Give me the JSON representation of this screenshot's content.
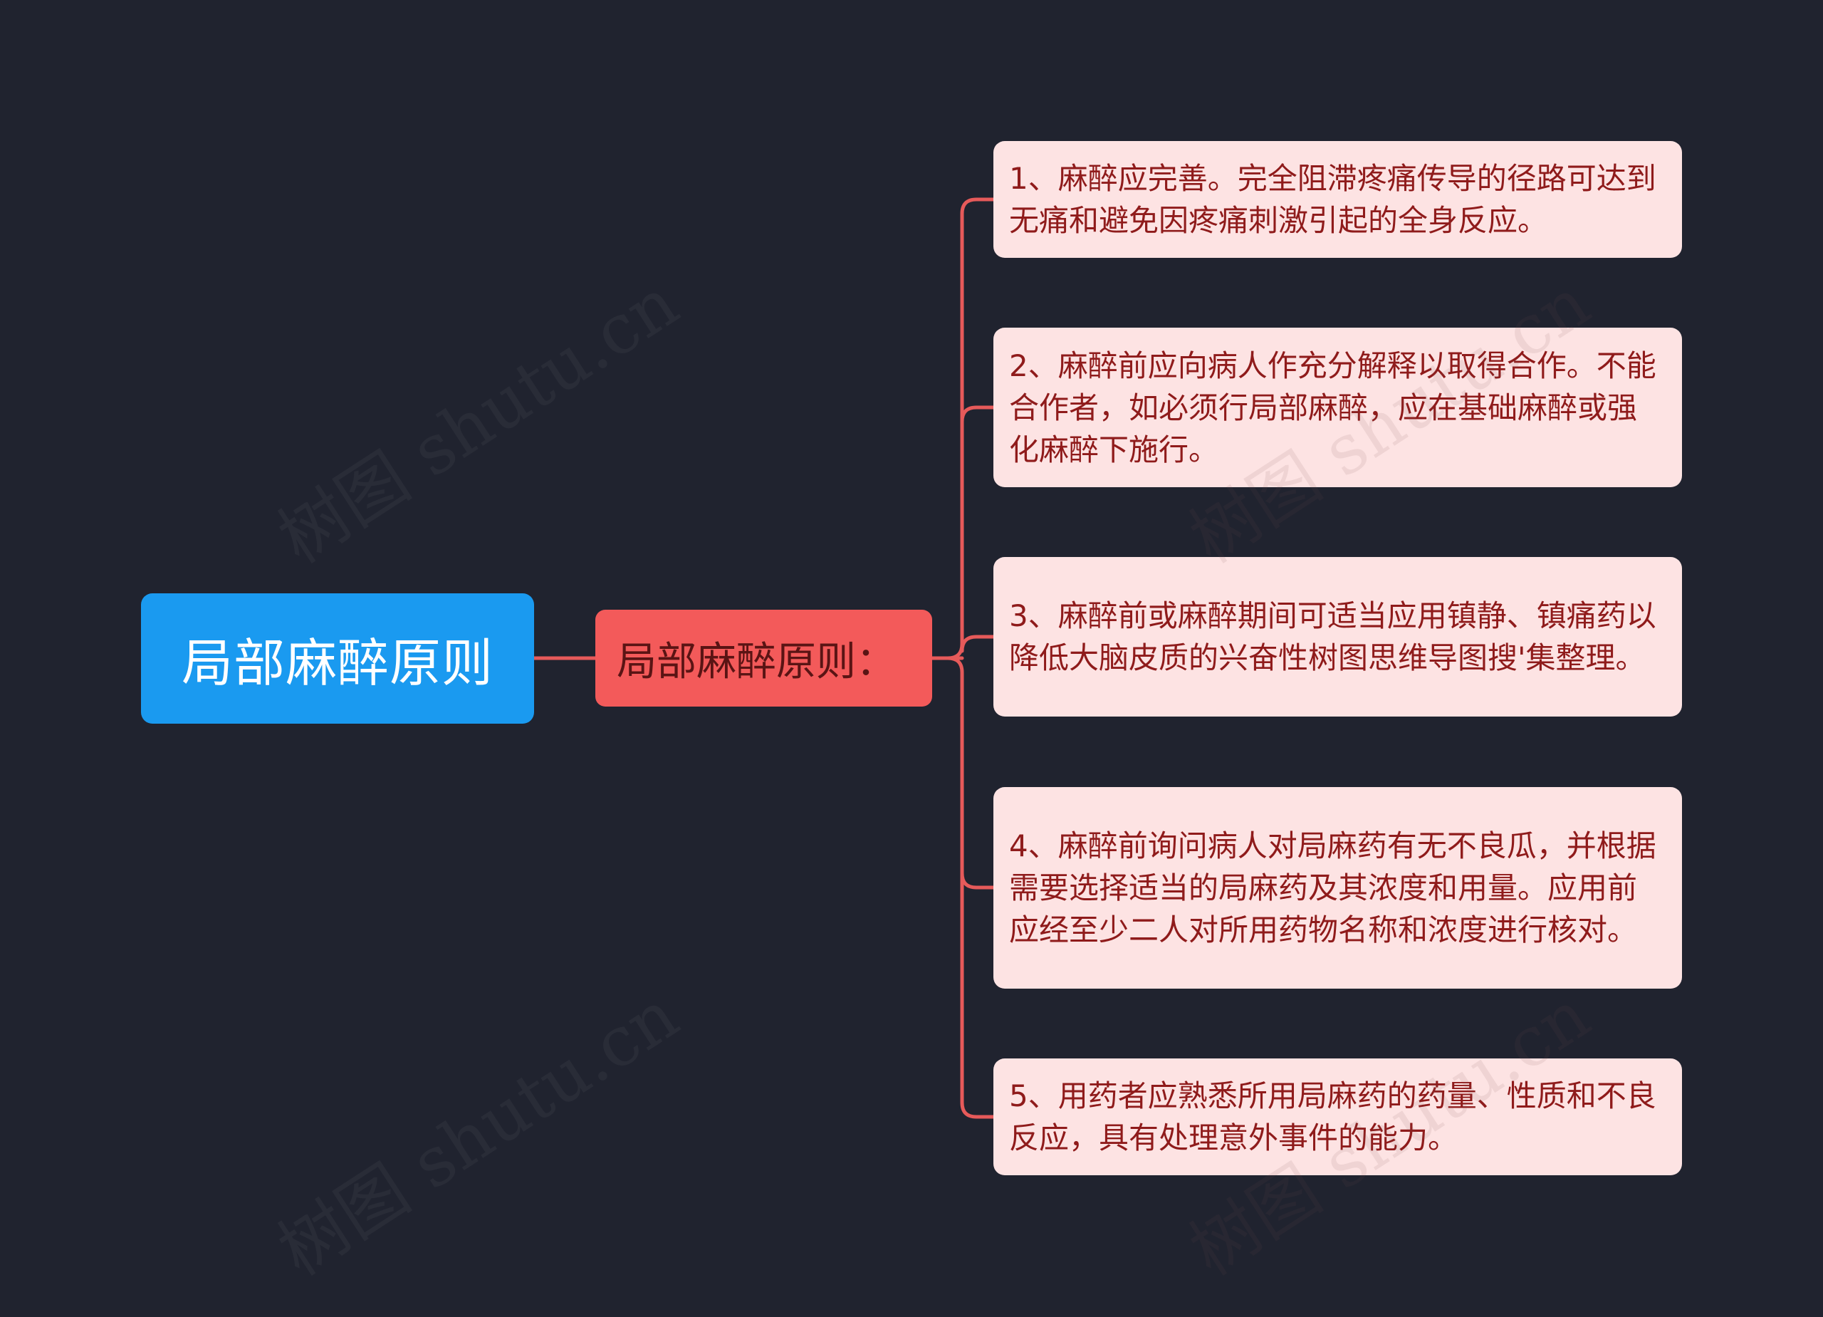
{
  "diagram": {
    "root": {
      "label": "局部麻醉原则",
      "color": "#1a9af0"
    },
    "branch": {
      "label": "局部麻醉原则：",
      "color": "#f35a5a"
    },
    "leaves": [
      {
        "text": "1、麻醉应完善。完全阻滞疼痛传导的径路可达到无痛和避免因疼痛刺激引起的全身反应。"
      },
      {
        "text": "2、麻醉前应向病人作充分解释以取得合作。不能合作者，如必须行局部麻醉，应在基础麻醉或强化麻醉下施行。"
      },
      {
        "text": "3、麻醉前或麻醉期间可适当应用镇静、镇痛药以降低大脑皮质的兴奋性树图思维导图搜'集整理。"
      },
      {
        "text": "4、麻醉前询问病人对局麻药有无不良瓜，并根据需要选择适当的局麻药及其浓度和用量。应用前应经至少二人对所用药物名称和浓度进行核对。"
      },
      {
        "text": "5、用药者应熟悉所用局麻药的药量、性质和不良反应，具有处理意外事件的能力。"
      }
    ],
    "leaf_color": "#fde3e3",
    "connector_color": "#e65a5a",
    "background_color": "#20232f"
  },
  "watermark": {
    "text": "树图 shutu.cn"
  }
}
